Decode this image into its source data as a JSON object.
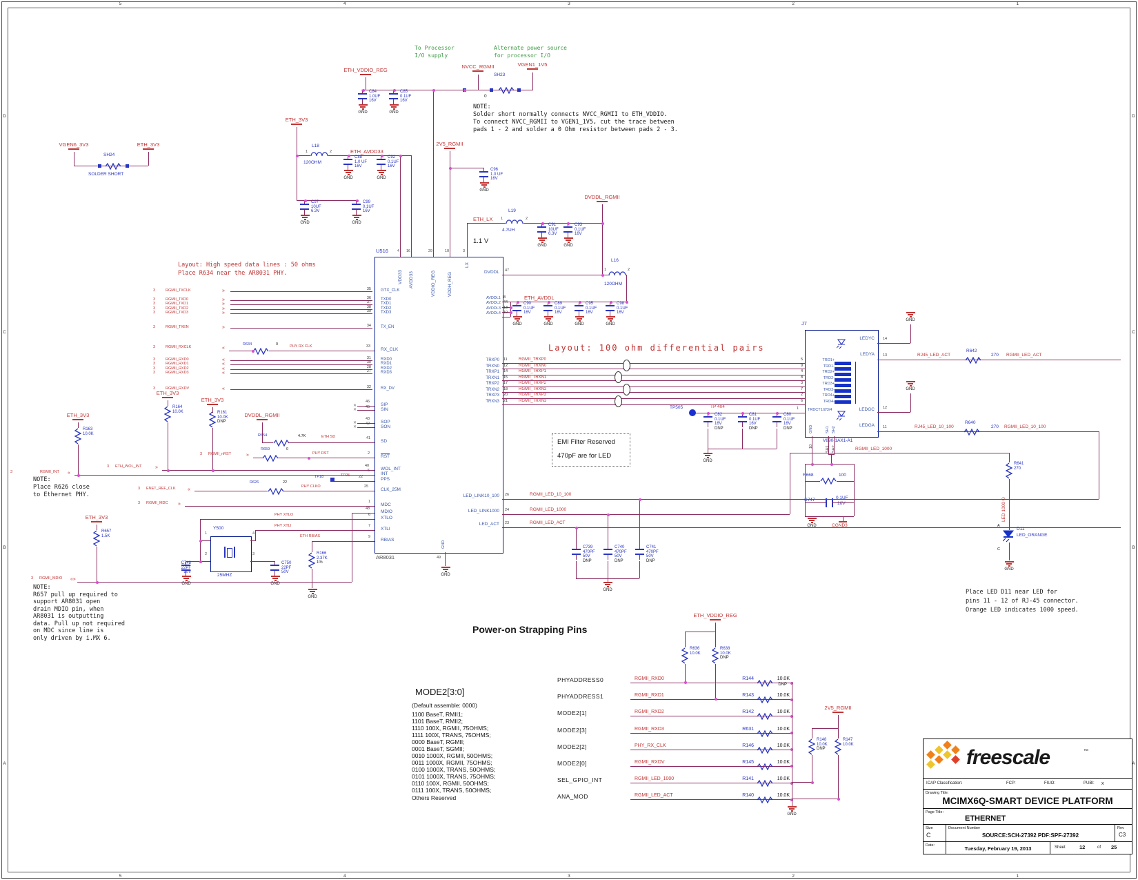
{
  "consts": {
    "gnd": "GND"
  },
  "frame": {
    "cols": [
      "5",
      "4",
      "3",
      "2",
      "1"
    ],
    "rows": [
      "D",
      "C",
      "B",
      "A"
    ]
  },
  "top": {
    "vddio": "ETH_VDDIO_REG",
    "caps": [
      {
        "ref": "C84",
        "val": "1.0UF",
        "volt": "16V"
      },
      {
        "ref": "C85",
        "val": "0.1UF",
        "volt": "16V"
      }
    ],
    "io_note": [
      "To Processor",
      "I/O supply"
    ],
    "alt_note": [
      "Alternate power source",
      "for processor I/O"
    ],
    "nvcc": "NVCC_RGMII",
    "sh23": "SH23",
    "sh23_val": "0",
    "vgen1": "VGEN1_1V5",
    "note": [
      "NOTE:",
      "Solder short normally connects NVCC_RGMII to ETH_VDDIO.",
      "To connect NVCC_RGMII to VGEN1_1V5, cut the trace between",
      "pads 1 - 2 and solder a 0 Ohm resistor between pads 2 - 3."
    ]
  },
  "ss": {
    "left": "VGEN6_3V3",
    "ref": "SH24",
    "right": "ETH_3V3",
    "cap": "SOLDER SHORT"
  },
  "avdd": {
    "net": "ETH_3V3",
    "l18": "L18",
    "p1": "1",
    "p2": "2",
    "lval": "120OHM",
    "out": "ETH_AVDD33",
    "caps_a": [
      {
        "ref": "C88",
        "val": "1.0 UF",
        "volt": "16V"
      },
      {
        "ref": "C92",
        "val": "0.1UF",
        "volt": "16V"
      }
    ],
    "caps_b": [
      {
        "ref": "C97",
        "val": "10UF",
        "volt": "6.3V"
      },
      {
        "ref": "C99",
        "val": "0.1UF",
        "volt": "16V"
      }
    ]
  },
  "v25": {
    "net": "2V5_RGMII",
    "c96": {
      "ref": "C96",
      "val": "1.0 UF",
      "volt": "16V"
    }
  },
  "lx": {
    "net": "ETH_LX",
    "p1": "1",
    "l19": "L19",
    "p2": "2",
    "lval": "4.7UH",
    "v11": "1.1 V",
    "dvddl": "DVDDL_RGMII",
    "caps": [
      {
        "ref": "C91",
        "val": "10UF",
        "volt": "6.3V"
      },
      {
        "ref": "C93",
        "val": "0.1UF",
        "volt": "16V"
      }
    ]
  },
  "avddl": {
    "l16": "L16",
    "p1": "1",
    "p2": "2",
    "lval": "120OHM",
    "net": "ETH_AVDDL",
    "caps": [
      {
        "ref": "C90",
        "val": "0.1UF",
        "volt": "16V"
      },
      {
        "ref": "C89",
        "val": "0.1UF",
        "volt": "16V"
      },
      {
        "ref": "C95",
        "val": "0.1UF",
        "volt": "16V"
      },
      {
        "ref": "C98",
        "val": "0.1UF",
        "volt": "16V"
      }
    ]
  },
  "ln1": [
    "Layout: High speed data lines : 50 ohms",
    "Place R634 near the AR8031 PHY."
  ],
  "ln2": "Layout: 100 ohm differential pairs",
  "chip": {
    "ref": "U516",
    "part": "AR8031",
    "gnd_rot": "GND",
    "gnd_pin": "49",
    "tops": [
      {
        "pin": "4",
        "name": "VDD33"
      },
      {
        "pin": "16",
        "name": "AVDD33"
      },
      {
        "pin": "29",
        "name": "VDDIO_REG"
      },
      {
        "pin": "10",
        "name": "VDDH_REG"
      },
      {
        "pin": "3",
        "name": "LX"
      }
    ],
    "tx1": [
      {
        "ref": "3",
        "sig": "RGMII_TXCLK",
        "pin": "35",
        "inner": "GTX_CLK"
      }
    ],
    "tx2": [
      {
        "ref": "3",
        "sig": "RGMII_TXD0",
        "pin": "36",
        "inner": "TXD0"
      },
      {
        "ref": "3",
        "sig": "RGMII_TXD1",
        "pin": "37",
        "inner": "TXD1"
      },
      {
        "ref": "3",
        "sig": "RGMII_TXD2",
        "pin": "38",
        "inner": "TXD2"
      },
      {
        "ref": "3",
        "sig": "RGMII_TXD3",
        "pin": "39",
        "inner": "TXD3"
      }
    ],
    "tx3": [
      {
        "ref": "3",
        "sig": "RGMII_TXEN",
        "pin": "34",
        "inner": "TX_EN"
      }
    ],
    "rx2": [
      {
        "ref": "3",
        "sig": "RGMII_RXD0",
        "pin": "31",
        "inner": "RXD0"
      },
      {
        "ref": "3",
        "sig": "RGMII_RXD1",
        "pin": "30",
        "inner": "RXD1"
      },
      {
        "ref": "3",
        "sig": "RGMII_RXD2",
        "pin": "28",
        "inner": "RXD2"
      },
      {
        "ref": "3",
        "sig": "RGMII_RXD3",
        "pin": "27",
        "inner": "RXD3"
      }
    ],
    "rx3": [
      {
        "ref": "3",
        "sig": "RGMII_RXDV",
        "pin": "32",
        "inner": "RX_DV"
      }
    ]
  },
  "sig": {
    "rxclk": {
      "ref": "3",
      "sig": "RGMII_RXCLK",
      "res": "R634",
      "val": "0",
      "net": "PHY RX CLK",
      "pin": "33",
      "inner": "RX_CLK"
    },
    "sip": {
      "pin": "46",
      "inner": "SIP"
    },
    "sin": {
      "pin": "45",
      "inner": "SIN"
    },
    "sop": {
      "pin": "43",
      "inner": "SOP"
    },
    "son": {
      "pin": "42",
      "inner": "SON"
    },
    "sd": {
      "res": "R654",
      "val": "4.7K",
      "net": "ETH SD",
      "pin": "41",
      "inner": "SD"
    },
    "nrst": {
      "ref": "3",
      "sig": "RGMII_nRST",
      "res": "R659",
      "val": "0",
      "net": "PHY RST",
      "pin": "2",
      "inner": "RST"
    },
    "wol": {
      "ref": "3",
      "sig": "ETH_WOL_INT",
      "pin": "40",
      "inner": "WOL_INT"
    },
    "int": {
      "ref": "3",
      "sig": "RGMII_INT",
      "pin": "5",
      "inner": "INT"
    },
    "pps": {
      "tp18": "TP18",
      "tp25": "TP25",
      "pin": "22",
      "inner": "PPS"
    },
    "clk": {
      "ref": "3",
      "sig": "ENET_REF_CLK",
      "res": "R626",
      "val": "22",
      "net": "PHY CLKO",
      "pin": "25",
      "inner": "CLK_25M"
    },
    "mdc": {
      "ref": "3",
      "sig": "RGMII_MDC",
      "pin": "1",
      "inner": "MDC"
    },
    "mdio": {
      "ref": "3",
      "sig": "RGMII_MDIO",
      "pin": "48",
      "inner": "MDIO"
    },
    "xtlo": {
      "net": "PHY XTLO",
      "pin": "6",
      "inner": "XTLO"
    },
    "xtli": {
      "net": "PHY XTLI",
      "pin": "7",
      "inner": "XTLI"
    },
    "rbias": {
      "net": "ETH RBIAS",
      "pin": "9",
      "inner": "RBIAS"
    },
    "dvddl": {
      "pin": "47",
      "inner": "DVDDL"
    },
    "avddl": [
      {
        "pin": "8",
        "inner": "AVDDL1"
      },
      {
        "pin": "44",
        "inner": "AVDDL2"
      },
      {
        "pin": "13",
        "inner": "AVDDL3"
      },
      {
        "pin": "19",
        "inner": "AVDDL4"
      }
    ],
    "led26": {
      "pin": "26",
      "inner": "LED_LINK10_100",
      "net": "RGMII_LED_10_100"
    },
    "led24": {
      "pin": "24",
      "inner": "LED_LINK1000",
      "net": "RGMII_LED_1000"
    },
    "led23": {
      "pin": "23",
      "inner": "LED_ACT",
      "net": "RGMII_LED_ACT"
    }
  },
  "pulls": {
    "eth": "ETH_3V3",
    "dvddl": "DVDDL_RGMII",
    "r163": {
      "ref": "R163",
      "val": "10.0K"
    },
    "r164": {
      "ref": "R164",
      "val": "10.0K"
    },
    "r161": {
      "ref": "R161",
      "val": "10.0K",
      "dnp": "DNP"
    },
    "r657": {
      "ref": "R657",
      "val": "1.5K"
    }
  },
  "xtal": {
    "ref": "Y500",
    "freq": "25MHZ",
    "p1": "1",
    "p2": "2",
    "p3": "3",
    "p4": "4",
    "c748": {
      "ref": "C748",
      "val": "22PF",
      "volt": "50V"
    },
    "c750": {
      "ref": "C750",
      "val": "22PF",
      "volt": "50V"
    },
    "r166": {
      "ref": "R166",
      "val": "2.37K",
      "tol": "1%"
    }
  },
  "notes": {
    "r626": [
      "NOTE:",
      "Place R626 close",
      "to Ethernet PHY."
    ],
    "r657": [
      "NOTE:",
      "R657 pull up required to",
      "support AR8031 open",
      "drain MDIO pin, when",
      "AR8031 is outputting",
      "data. Pull up not required",
      "on MDC since line is",
      "only driven by i.MX 6."
    ]
  },
  "diff": {
    "pairs": [
      {
        "inner": "TRXP0",
        "pin": "11",
        "sig": "RGMII_TRXP0",
        "jpin": "5",
        "jname": "TRD1+"
      },
      {
        "inner": "TRXN0",
        "pin": "12",
        "sig": "RGMII_TRXN0",
        "jpin": "9",
        "jname": "TRD1-"
      },
      {
        "inner": "TRXP1",
        "pin": "14",
        "sig": "RGMII_TRXP1",
        "jpin": "4",
        "jname": "TRD2+"
      },
      {
        "inner": "TRXN1",
        "pin": "15",
        "sig": "RGMII_TRXN1",
        "jpin": "8",
        "jname": "TRD2-"
      },
      {
        "inner": "TRXP2",
        "pin": "17",
        "sig": "RGMII_TRXP2",
        "jpin": "3",
        "jname": "TRD3+"
      },
      {
        "inner": "TRXN2",
        "pin": "18",
        "sig": "RGMII_TRXN2",
        "jpin": "7",
        "jname": "TRD3-"
      },
      {
        "inner": "TRXP3",
        "pin": "20",
        "sig": "RGMII_TRXP3",
        "jpin": "2",
        "jname": "TRD4+"
      },
      {
        "inner": "TRXN3",
        "pin": "21",
        "sig": "RGMII_TRXN3",
        "jpin": "6",
        "jname": "TRD4-"
      }
    ]
  },
  "j7": {
    "ref": "J7",
    "part": "V890-1AX1-A1",
    "ct_pin": "1",
    "ct": "TRDCT1/2/3/4",
    "ledyc": "LEDYC",
    "p14": "14",
    "ledya": "LEDYA",
    "p13": "13",
    "ledgc": "LEDGC",
    "p12": "12",
    "ledga": "LEDGA",
    "p11": "11",
    "gnd_rot": "GND",
    "p10": "10",
    "sh1": "SH1",
    "sh2": "SH2",
    "act_in": "RJ45_LED_ACT",
    "r642": "R642",
    "r642v": "270",
    "act_out": "RGMII_LED_ACT",
    "ten_in": "RJ45_LED_10_100",
    "r640": "R640",
    "r640v": "270",
    "ten_out": "RGMII_LED_10_100"
  },
  "tp": {
    "tp505": "TP505",
    "tp404": "TP 404",
    "caps": [
      {
        "ref": "C82",
        "val": "0.1UF",
        "volt": "16V",
        "dnp": "DNP"
      },
      {
        "ref": "C81",
        "val": "0.1UF",
        "volt": "16V",
        "dnp": "DNP"
      },
      {
        "ref": "C80",
        "val": "0.1UF",
        "volt": "16V",
        "dnp": "DNP"
      }
    ]
  },
  "emi": {
    "l1": "EMI Filter Reserved",
    "l2": "470pF are for LED"
  },
  "shn": {
    "r668": "R668",
    "r668v": "100",
    "c747": "C747",
    "c747v": "0.1UF",
    "c747volt": "16V",
    "cgnd": "CGND3"
  },
  "leds": {
    "caps": [
      {
        "ref": "C739",
        "val": "470PF",
        "volt": "50V",
        "dnp": "DNP"
      },
      {
        "ref": "C740",
        "val": "470PF",
        "volt": "50V",
        "dnp": "DNP"
      },
      {
        "ref": "C741",
        "val": "470PF",
        "volt": "50V",
        "dnp": "DNP"
      }
    ],
    "kilo": "RGMII_LED_1000",
    "r641": {
      "ref": "R641",
      "val": "270"
    },
    "vert": "LED 1000 O",
    "a": "A",
    "c": "C",
    "d11": "D11",
    "d11name": "LED_ORANGE",
    "note": [
      "Place LED D11 near LED for",
      "pins 11 - 12 of RJ-45 connector.",
      "Orange LED indicates 1000 speed."
    ]
  },
  "strap": {
    "title": "Power-on Strapping Pins",
    "net": "ETH_VDDIO_REG",
    "net2": "2V5_RGMII",
    "r636": {
      "ref": "R636",
      "val": "10.0K"
    },
    "r638": {
      "ref": "R638",
      "val": "10.0K",
      "dnp": "DNP"
    },
    "r148": {
      "ref": "R148",
      "val": "10.0K",
      "dnp": "DNP"
    },
    "r147": {
      "ref": "R147",
      "val": "10.0K"
    },
    "rows": [
      {
        "name": "PHYADDRESS0",
        "sig": "RGMII_RXD0",
        "res": "R144",
        "val": "10.0K",
        "dnp": "DNP"
      },
      {
        "name": "PHYADDRESS1",
        "sig": "RGMII_RXD1",
        "res": "R143",
        "val": "10.0K"
      },
      {
        "name": "MODE2[1]",
        "sig": "RGMII_RXD2",
        "res": "R142",
        "val": "10.0K"
      },
      {
        "name": "MODE2[3]",
        "sig": "RGMII_RXD3",
        "res": "R631",
        "val": "10.0K"
      },
      {
        "name": "MODE2[2]",
        "sig": "PHY_RX_CLK",
        "res": "R146",
        "val": "10.0K"
      },
      {
        "name": "MODE2[0]",
        "sig": "RGMII_RXDV",
        "res": "R145",
        "val": "10.0K"
      },
      {
        "name": "SEL_GPIO_INT",
        "sig": "RGMII_LED_1000",
        "res": "R141",
        "val": "10.0K"
      },
      {
        "name": "ANA_MOD",
        "sig": "RGMII_LED_ACT",
        "res": "R140",
        "val": "10.0K"
      }
    ]
  },
  "mode": {
    "title": "MODE2[3:0]",
    "def": "(Default assemble: 0000)",
    "lines": [
      "1100   BaseT, RMII1;",
      "1101   BaseT, RMII2;",
      "1110   100X, RGMII, 75OHMS;",
      "1111   100X, TRANS, 75OHMS;",
      "0000   BaseT, RGMII;",
      "0001   BaseT, SGMII;",
      "0010   1000X, RGMII, 50OHMS;",
      "0011   1000X, RGMII, 75OHMS;",
      "0100   1000X, TRANS, 50OHMS;",
      "0101   1000X, TRANS, 75OHMS;",
      "0110   100X, RGMII, 50OHMS;",
      "0111   100X, TRANS, 50OHMS;"
    ],
    "footer": "Others Reserved"
  },
  "tb": {
    "brand": "freescale",
    "tm": "™",
    "icap": "ICAP Classification:",
    "fcp": "FCP:",
    "fiuo": "FIUO:",
    "pubi": "PUBI:",
    "pubiv": "x",
    "dt_l": "Drawing Title:",
    "dt": "MCIMX6Q-SMART DEVICE PLATFORM",
    "pt_l": "Page Title:",
    "pt": "ETHERNET",
    "size_l": "Size",
    "size": "C",
    "doc_l": "Document Number",
    "doc": "SOURCE:SCH-27392 PDF:SPF-27392",
    "rev_l": "Rev",
    "rev": "C3",
    "date_l": "Date:",
    "date": "Tuesday, February 19, 2013",
    "sheet_l": "Sheet",
    "sheet": "12",
    "of": "of",
    "total": "25"
  }
}
